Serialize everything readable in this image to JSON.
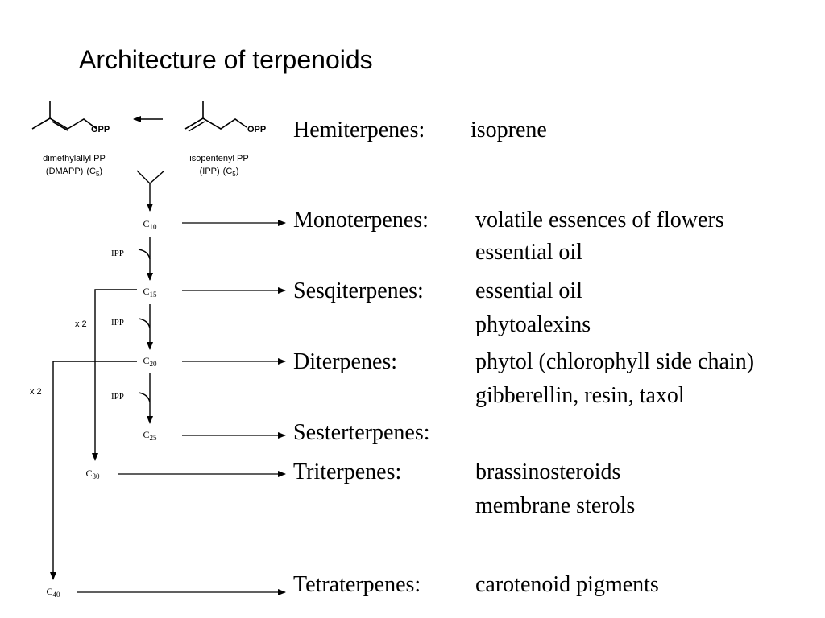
{
  "slide": {
    "title": "Architecture of terpenoids"
  },
  "precursors": {
    "left": {
      "opp": "OPP",
      "name": "dimethylallyl PP",
      "abbrev": "(DMAPP)",
      "carbon": "(C",
      "carbon_sub": "5",
      "carbon_close": ")"
    },
    "right": {
      "opp": "OPP",
      "name": "isopentenyl PP",
      "abbrev": "(IPP)",
      "carbon": "(C",
      "carbon_sub": "5",
      "carbon_close": ")"
    }
  },
  "pathway": {
    "ipp_label": "IPP",
    "multiplier": "x 2",
    "nodes": [
      {
        "c": "C",
        "sub": "10"
      },
      {
        "c": "C",
        "sub": "15"
      },
      {
        "c": "C",
        "sub": "20"
      },
      {
        "c": "C",
        "sub": "25"
      },
      {
        "c": "C",
        "sub": "30"
      },
      {
        "c": "C",
        "sub": "40"
      }
    ]
  },
  "classes": {
    "hemi": {
      "name": "Hemiterpenes:",
      "uses": [
        "isoprene"
      ]
    },
    "mono": {
      "name": "Monoterpenes:",
      "uses": [
        "volatile essences of flowers",
        "essential oil"
      ]
    },
    "sesqui": {
      "name": "Sesqiterpenes:",
      "uses": [
        "essential oil",
        "phytoalexins"
      ]
    },
    "di": {
      "name": "Diterpenes:",
      "uses": [
        "phytol (chlorophyll side chain)",
        "gibberellin, resin, taxol"
      ]
    },
    "sester": {
      "name": "Sesterterpenes:",
      "uses": []
    },
    "tri": {
      "name": "Triterpenes:",
      "uses": [
        "brassinosteroids",
        "membrane sterols"
      ]
    },
    "tetra": {
      "name": "Tetraterpenes:",
      "uses": [
        "carotenoid pigments"
      ]
    }
  }
}
